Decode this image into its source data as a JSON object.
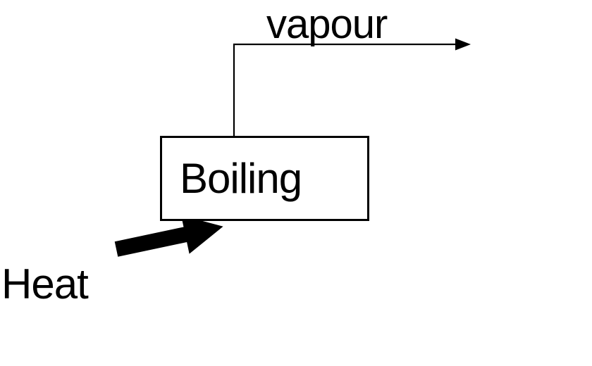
{
  "diagram": {
    "type": "process-flow",
    "background_color": "#ffffff",
    "ink_color": "#000000",
    "labels": {
      "vapour": "vapour",
      "box": "Boiling",
      "heat": "Heat"
    },
    "nodes": [
      {
        "id": "boiling",
        "label": "Boiling",
        "shape": "rectangle"
      }
    ],
    "edges": [
      {
        "from": "boiling",
        "to": "offscreen-right",
        "label": "vapour",
        "style": "thin-elbow-arrow"
      },
      {
        "from": "heat-source",
        "to": "boiling",
        "label": "Heat",
        "style": "thick-block-arrow"
      }
    ]
  }
}
